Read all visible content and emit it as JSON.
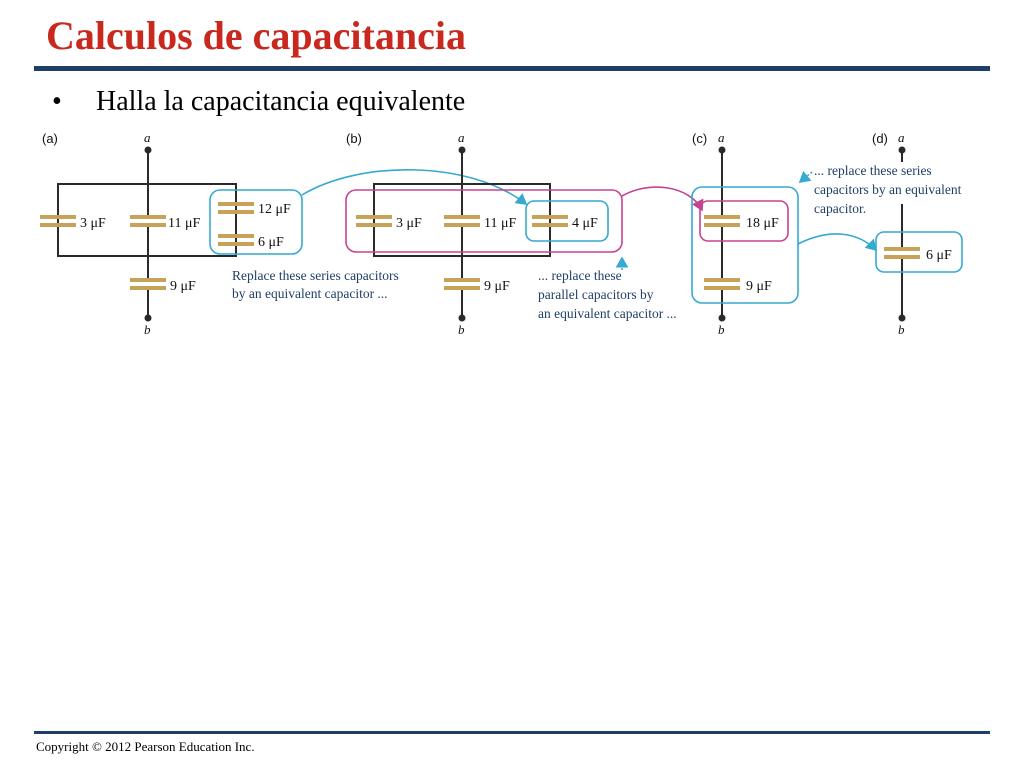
{
  "slide": {
    "title": "Calculos de capacitancia",
    "bullet_symbol": "•",
    "bullet_text": "Halla la capacitancia equivalente",
    "footer": "Copyright © 2012 Pearson Education Inc."
  },
  "colors": {
    "title": "#c8281e",
    "rule": "#1f3f66",
    "wire": "#2a2a2a",
    "plate": "#c9a25a",
    "cyan_box": "#35a9cf",
    "magenta_box": "#c8438f",
    "annotation_text": "#1f3f66"
  },
  "figure": {
    "panels": [
      {
        "label": "(a)",
        "top_terminal": "a",
        "bottom_terminal": "b",
        "capacitors": [
          "3 μF",
          "11 μF",
          "12 μF",
          "6 μF",
          "9 μF"
        ]
      },
      {
        "label": "(b)",
        "top_terminal": "a",
        "bottom_terminal": "b",
        "capacitors": [
          "3 μF",
          "11 μF",
          "4 μF",
          "9 μF"
        ]
      },
      {
        "label": "(c)",
        "top_terminal": "a",
        "bottom_terminal": "b",
        "capacitors": [
          "18 μF",
          "9 μF"
        ]
      },
      {
        "label": "(d)",
        "top_terminal": "a",
        "bottom_terminal": "b",
        "capacitors": [
          "6 μF"
        ]
      }
    ],
    "annotations": [
      [
        "Replace these series capacitors",
        "by an equivalent capacitor ..."
      ],
      [
        "... replace these",
        "parallel capacitors by",
        "an equivalent capacitor ..."
      ],
      [
        "... replace these series",
        "capacitors by an equivalent",
        "capacitor."
      ]
    ]
  }
}
